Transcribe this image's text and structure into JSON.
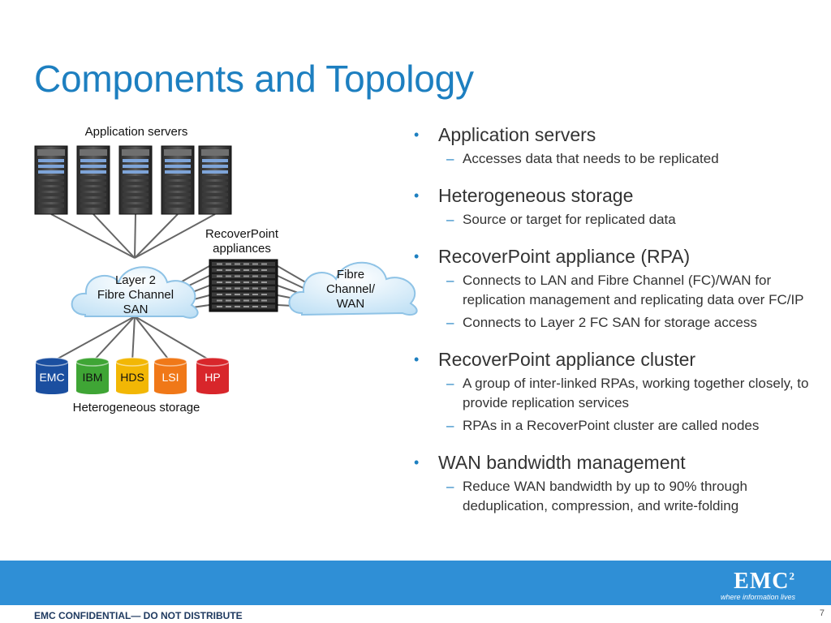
{
  "slide": {
    "title": "Components and Topology",
    "page_number": "7",
    "footer": "EMC CONFIDENTIAL— DO NOT DISTRIBUTE"
  },
  "logo": {
    "text": "EMC",
    "superscript": "2",
    "tagline": "where information lives"
  },
  "diagram": {
    "app_servers_label": "Application servers",
    "appliances_label": [
      "RecoverPoint",
      "appliances"
    ],
    "san_cloud_label": [
      "Layer 2",
      "Fibre Channel",
      "SAN"
    ],
    "wan_cloud_label": [
      "Fibre",
      "Channel/",
      "WAN"
    ],
    "storage_label": "Heterogeneous storage",
    "storage_arrays": [
      {
        "label": "EMC",
        "color": "#1b4fa0"
      },
      {
        "label": "IBM",
        "color": "#3fa535"
      },
      {
        "label": "HDS",
        "color": "#f2b705"
      },
      {
        "label": "LSI",
        "color": "#f07818"
      },
      {
        "label": "HP",
        "color": "#d8262b"
      }
    ]
  },
  "bullets": [
    {
      "text": "Application servers",
      "subs": [
        "Accesses data that needs to be replicated"
      ]
    },
    {
      "text": "Heterogeneous storage",
      "subs": [
        "Source or target for replicated data"
      ]
    },
    {
      "text": "RecoverPoint appliance (RPA)",
      "subs": [
        "Connects to LAN and Fibre Channel (FC)/WAN for replication management and replicating data over FC/IP",
        "Connects to Layer 2 FC SAN for storage access"
      ]
    },
    {
      "text": "RecoverPoint appliance cluster",
      "subs": [
        "A group of inter-linked RPAs, working together closely, to provide replication services",
        "RPAs in a RecoverPoint cluster are called nodes"
      ]
    },
    {
      "text": "WAN bandwidth management",
      "subs": [
        "Reduce WAN bandwidth by up to 90% through deduplication, compression, and write-folding"
      ]
    }
  ]
}
